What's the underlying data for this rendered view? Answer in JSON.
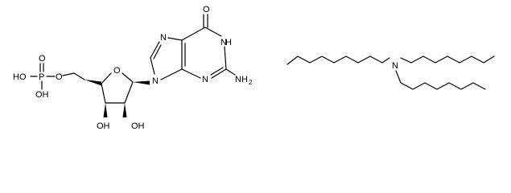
{
  "molecule_1": {
    "phosphate_ho_left": "HO",
    "phosphate_p": "P",
    "phosphate_o_top": "O",
    "phosphate_ho_bottom": "OH",
    "ester_o": "O",
    "ring_o": "O",
    "hydroxyl_3": "OH",
    "hydroxyl_2": "OH",
    "n7": "N",
    "n9": "N",
    "carbonyl_o": "O",
    "n1": "N",
    "n1_h": "H",
    "n3": "N",
    "amine_n": "NH",
    "amine_sub": "2"
  },
  "molecule_2": {
    "central_n": "N"
  }
}
